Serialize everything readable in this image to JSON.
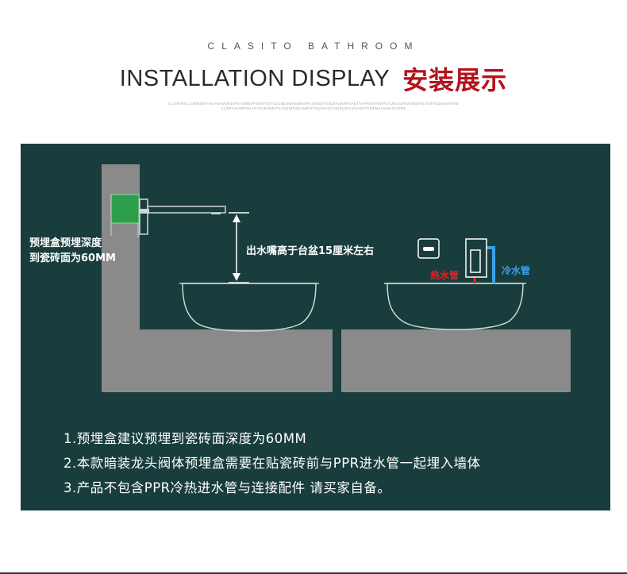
{
  "header": {
    "brand": "CLASITO BATHROOM",
    "title_en": "INSTALLATION DISPLAY",
    "title_zh": "安装展示",
    "fine_print_line1": "CLAINIRYCLORMERITIALPSAMOREIPSTUMBYPSEINTSITCEUNESWASIMROPLOMEDITSEDIAUNRPSABTTAPPSGAREIPSTUM ZONIVENCEPSTIOPSCDUAMITRE",
    "fine_print_line2": "CLINFILEAMPSKAPTOVEANEIPSAGENIRSDAMIPSTOUNCHOTHUSUSPLYSAGETEMEMACUMANITERE"
  },
  "diagram": {
    "box_depth_label_line1": "预埋盒预埋深度",
    "box_depth_label_line2": "到瓷砖面为60MM",
    "spout_height_label": "出水嘴高于台盆15厘米左右",
    "hot_pipe_label": "热水管",
    "cold_pipe_label": "冷水管"
  },
  "notes": [
    "1.预埋盒建议预埋到瓷砖面深度为60MM",
    "2.本款暗装龙头阀体预埋盒需要在贴瓷砖前与PPR进水管一起埋入墙体",
    "3.产品不包含PPR冷热进水管与连接配件 请买家自备。"
  ],
  "colors": {
    "panel_bg": "#183d3c",
    "wall_gray": "#8a8a8a",
    "embed_box_green": "#2e9e4c",
    "title_red": "#b5121b",
    "hot_pipe": "#e02424",
    "cold_pipe": "#3aa0e8"
  }
}
